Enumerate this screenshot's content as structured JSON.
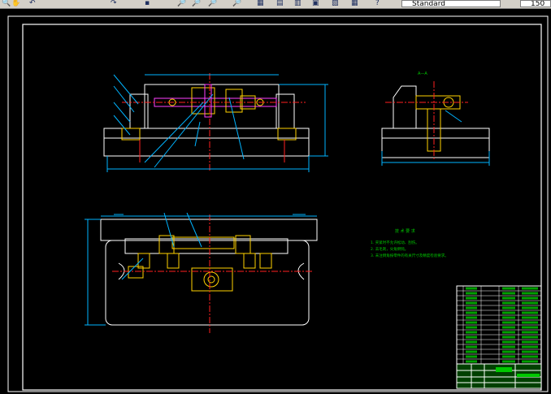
{
  "toolbar": {
    "text_style_value": "Standard",
    "dim_scale_value": "150",
    "icons": [
      "pan-icon",
      "undo-icon",
      "redo-icon",
      "zoom-realtime-icon",
      "zoom-window-icon",
      "zoom-previous-icon",
      "properties-icon",
      "design-center-icon",
      "tool-palettes-icon",
      "sheet-set-icon",
      "markup-icon",
      "calc-icon",
      "help-icon"
    ]
  },
  "drawing": {
    "section_label": "A—A",
    "tech_req_title": "技 术 要 求",
    "tech_req_lines": [
      "1. 夹紧时不允许松动、刮伤。",
      "2. 去毛刺，尖角倒钝。",
      "3. 未注倒角按零件的有关尺寸及精度检验要求。"
    ]
  },
  "colors": {
    "background": "#000000",
    "outline": "#ffffff",
    "dimension": "#00b4ff",
    "centerline": "#ff2020",
    "part": "#ffd200",
    "magenta": "#ff40ff",
    "text": "#00c800"
  }
}
